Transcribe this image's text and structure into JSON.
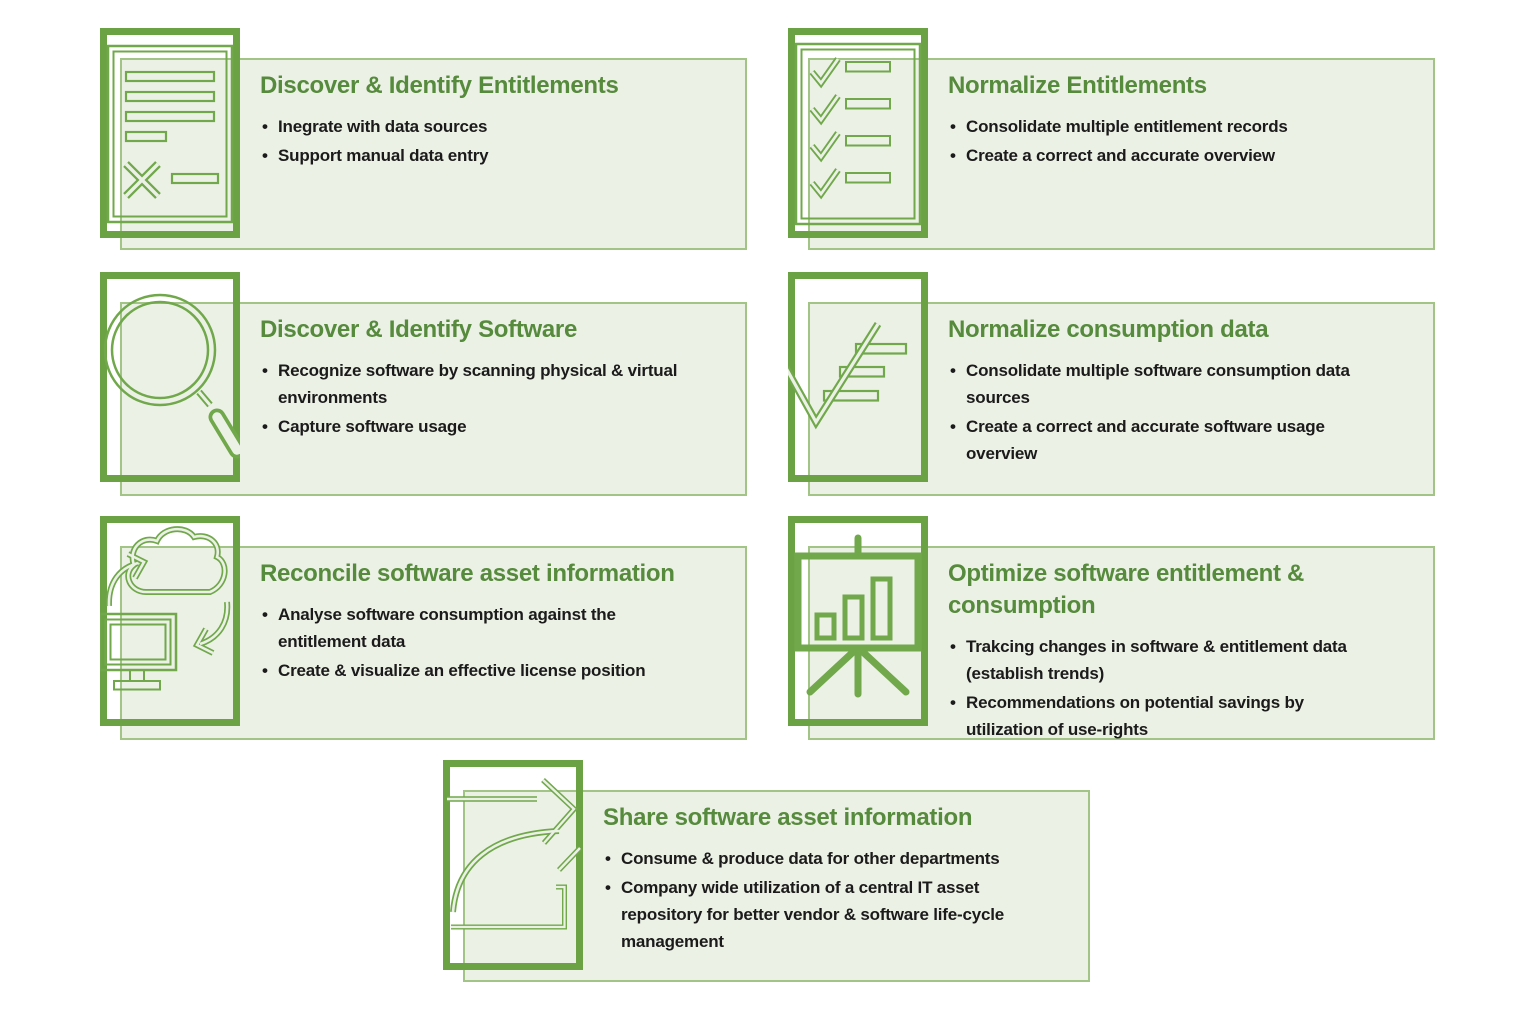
{
  "colors": {
    "accent_green": "#70A84B",
    "icon_frame_green": "#6BA344",
    "title_green": "#568A3C",
    "panel_background": "#ECF1E6",
    "panel_border": "#A2C487",
    "body_text": "#1B1B1B",
    "page_background": "#FFFFFF"
  },
  "cards": [
    {
      "icon": "document-entitlements-icon",
      "title_lines": [
        "Discover & Identify Entitlements"
      ],
      "bullets": [
        [
          "Inegrate with data sources"
        ],
        [
          "Support manual data entry"
        ]
      ]
    },
    {
      "icon": "checklist-icon",
      "title_lines": [
        "Normalize Entitlements"
      ],
      "bullets": [
        [
          "Consolidate multiple entitlement records"
        ],
        [
          "Create a correct and accurate overview"
        ]
      ]
    },
    {
      "icon": "magnifier-icon",
      "title_lines": [
        "Discover & Identify Software"
      ],
      "bullets": [
        [
          "Recognize software by scanning physical & virtual",
          "environments"
        ],
        [
          "Capture software usage"
        ]
      ]
    },
    {
      "icon": "checkmark-data-icon",
      "title_lines": [
        "Normalize consumption data"
      ],
      "bullets": [
        [
          "Consolidate multiple software consumption data",
          "sources"
        ],
        [
          "Create a correct and accurate software usage",
          "overview"
        ]
      ]
    },
    {
      "icon": "cloud-sync-monitor-icon",
      "title_lines": [
        "Reconcile software asset information"
      ],
      "bullets": [
        [
          "Analyse software consumption against the",
          "entitlement data"
        ],
        [
          "Create & visualize an effective license position"
        ]
      ]
    },
    {
      "icon": "presentation-bar-chart-icon",
      "title_lines": [
        "Optimize software entitlement &",
        "consumption"
      ],
      "bullets": [
        [
          "Trakcing changes in software & entitlement data",
          "(establish trends)"
        ],
        [
          "Recommendations on potential savings by",
          "utilization of use-rights"
        ]
      ]
    },
    {
      "icon": "share-arrow-icon",
      "title_lines": [
        "Share software asset information"
      ],
      "bullets": [
        [
          "Consume & produce data for other departments"
        ],
        [
          "Company wide utilization of a central IT asset",
          "repository for better vendor & software life-cycle",
          "management"
        ]
      ]
    }
  ]
}
